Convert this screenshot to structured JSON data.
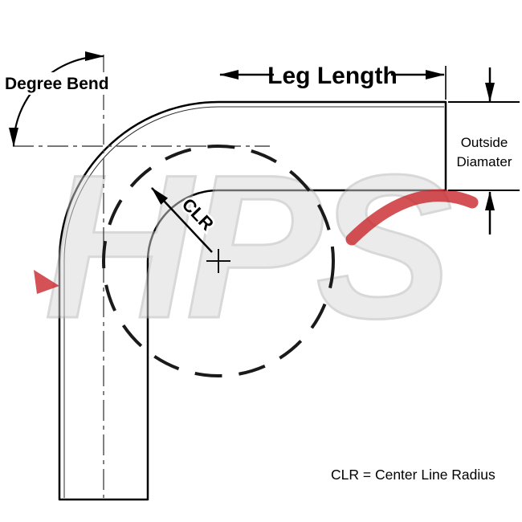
{
  "labels": {
    "degree_bend": "Degree Bend",
    "leg_length": "Leg Length",
    "outside_diameter_line1": "Outside",
    "outside_diameter_line2": "Diamater",
    "clr": "CLR",
    "clr_legend": "CLR = Center Line Radius"
  },
  "watermark": {
    "text": "HPS",
    "gray": "#d9d9d9",
    "red": "#c9252b"
  },
  "colors": {
    "background": "#ffffff",
    "line": "#000000",
    "centerline": "#4a4a4a",
    "dashed_circle": "#1a1a1a"
  }
}
